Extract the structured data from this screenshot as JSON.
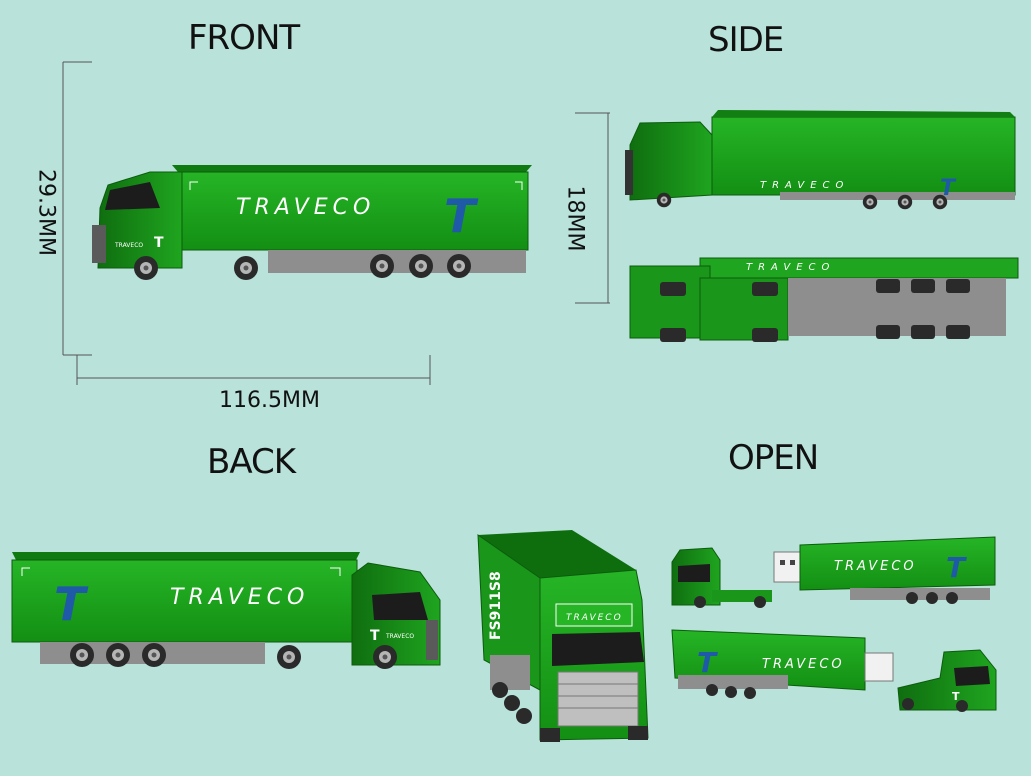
{
  "views": {
    "front": "FRONT",
    "side": "SIDE",
    "back": "BACK",
    "open": "OPEN"
  },
  "dimensions": {
    "height": "29.3MM",
    "width": "116.5MM",
    "side_height": "18MM"
  },
  "brand": {
    "name": "TRAVECO",
    "logo_letter": "T",
    "plate": "FS911S8"
  },
  "colors": {
    "background": "#b9e2da",
    "truck_green": "#1fa51f",
    "truck_dark": "#127a12",
    "chassis_gray": "#8e8e8e",
    "logo_blue": "#1e5aa8"
  }
}
